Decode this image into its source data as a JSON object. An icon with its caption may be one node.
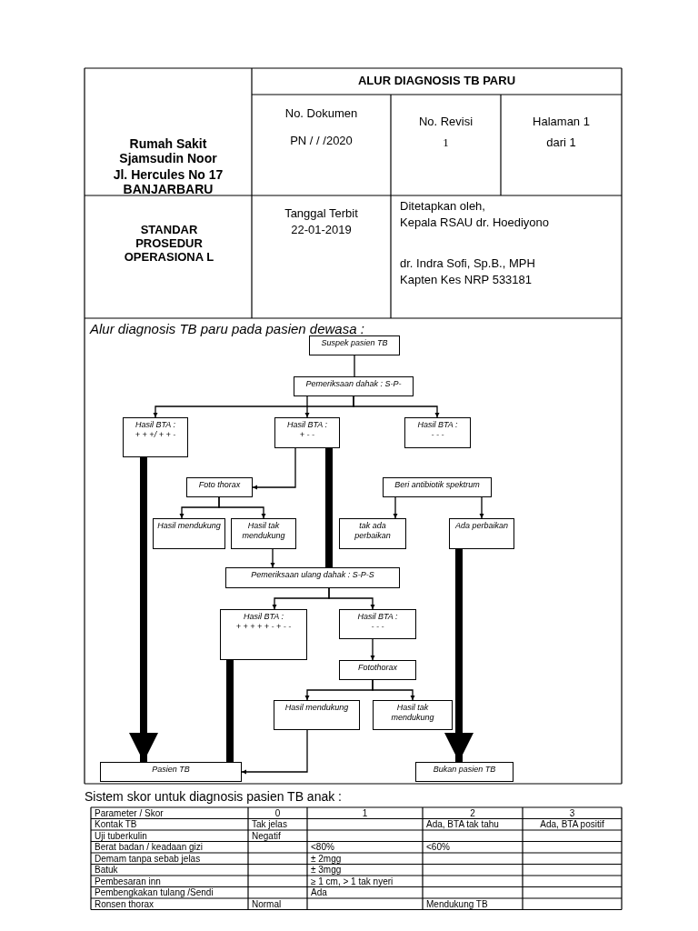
{
  "diagram": {
    "title": "ALUR DIAGNOSIS TB PARU",
    "nodes": [
      {
        "text": [
          "Suspek pasien TB"
        ]
      },
      {
        "text": [
          "Pemeriksaan dahak : S-P-"
        ]
      },
      {
        "text": [
          "Hasil BTA :",
          "+ + +/ + + -"
        ]
      },
      {
        "text": [
          "Hasil BTA :",
          "+ - -"
        ]
      },
      {
        "text": [
          "Hasil BTA :",
          "- - -"
        ]
      },
      {
        "text": [
          "Foto thorax"
        ]
      },
      {
        "text": [
          "Beri antibiotik spektrum"
        ]
      },
      {
        "text": [
          "Hasil mendukung"
        ]
      },
      {
        "text": [
          "Hasil tak mendukung"
        ]
      },
      {
        "text": [
          "tak ada perbaikan"
        ]
      },
      {
        "text": [
          "Ada perbaikan"
        ]
      },
      {
        "text": [
          "Pemeriksaan ulang dahak : S-P-S"
        ]
      },
      {
        "text": [
          "Hasil BTA :",
          "+ + + + + - + - -"
        ]
      },
      {
        "text": [
          "Hasil BTA :",
          "- - -"
        ]
      },
      {
        "text": [
          "Fotothorax"
        ]
      },
      {
        "text": [
          "Hasil mendukung"
        ]
      },
      {
        "text": [
          "Hasil tak mendukung"
        ]
      },
      {
        "text": [
          "Pasien TB"
        ]
      },
      {
        "text": [
          "Bukan pasien TB"
        ]
      }
    ],
    "edges": [
      {
        "from": 0,
        "to": 1,
        "arrow": "none"
      },
      {
        "from": 1,
        "to": 2,
        "arrow": "to"
      },
      {
        "from": 1,
        "to": 3,
        "arrow": "to"
      },
      {
        "from": 1,
        "to": 4,
        "arrow": "to"
      },
      {
        "from": 3,
        "to": 5,
        "arrow": "to"
      },
      {
        "from": 3,
        "to": 11,
        "arrow": "none",
        "style": "thick"
      },
      {
        "from": 2,
        "to": 17,
        "arrow": "to",
        "style": "thick"
      },
      {
        "from": 5,
        "to": 7,
        "arrow": "to"
      },
      {
        "from": 5,
        "to": 8,
        "arrow": "to"
      },
      {
        "from": 6,
        "to": 9,
        "arrow": "to"
      },
      {
        "from": 6,
        "to": 10,
        "arrow": "to"
      },
      {
        "from": 8,
        "to": 11,
        "arrow": "to"
      },
      {
        "from": 10,
        "to": 18,
        "arrow": "to",
        "style": "thick"
      },
      {
        "from": 11,
        "to": 12,
        "arrow": "to"
      },
      {
        "from": 11,
        "to": 13,
        "arrow": "to"
      },
      {
        "from": 12,
        "to": 17,
        "arrow": "none",
        "style": "thick"
      },
      {
        "from": 13,
        "to": 14,
        "arrow": "to"
      },
      {
        "from": 14,
        "to": 15,
        "arrow": "to"
      },
      {
        "from": 14,
        "to": 16,
        "arrow": "to"
      },
      {
        "from": 15,
        "to": 17,
        "arrow": "to"
      }
    ],
    "labels": [
      "Rumah Sakit Sjamsudin Noor",
      "Jl. Hercules No 17 BANJARBARU",
      "No. Dokumen",
      "PN / / /2020",
      "No. Revisi",
      "1",
      "Halaman 1",
      "dari 1",
      "STANDAR PROSEDUR OPERASIONA L",
      "Tanggal Terbit",
      "22-01-2019",
      "Ditetapkan oleh,",
      "Kepala RSAU dr. Hoediyono",
      "dr. Indra Sofi, Sp.B., MPH",
      "Kapten Kes NRP 533181",
      "Alur diagnosis TB paru pada pasien dewasa :",
      "Sistem skor untuk diagnosis pasien TB anak :",
      "Parameter / Skor",
      "0",
      "1",
      "2",
      "3",
      "Kontak TB",
      "Tak jelas",
      "Ada, BTA tak tahu",
      "Ada, BTA positif",
      "Uji tuberkulin",
      "Negatif",
      "Berat badan / keadaan gizi",
      "<80%",
      "<60%",
      "Demam tanpa sebab jelas",
      "± 2mgg",
      "Batuk",
      "± 3mgg",
      "Pembesaran inn",
      "≥ 1 cm, > 1 tak nyeri",
      "Pembengkakan tulang /Sendi",
      "Ada",
      "Ronsen thorax",
      "Normal",
      "Mendukung TB"
    ]
  }
}
